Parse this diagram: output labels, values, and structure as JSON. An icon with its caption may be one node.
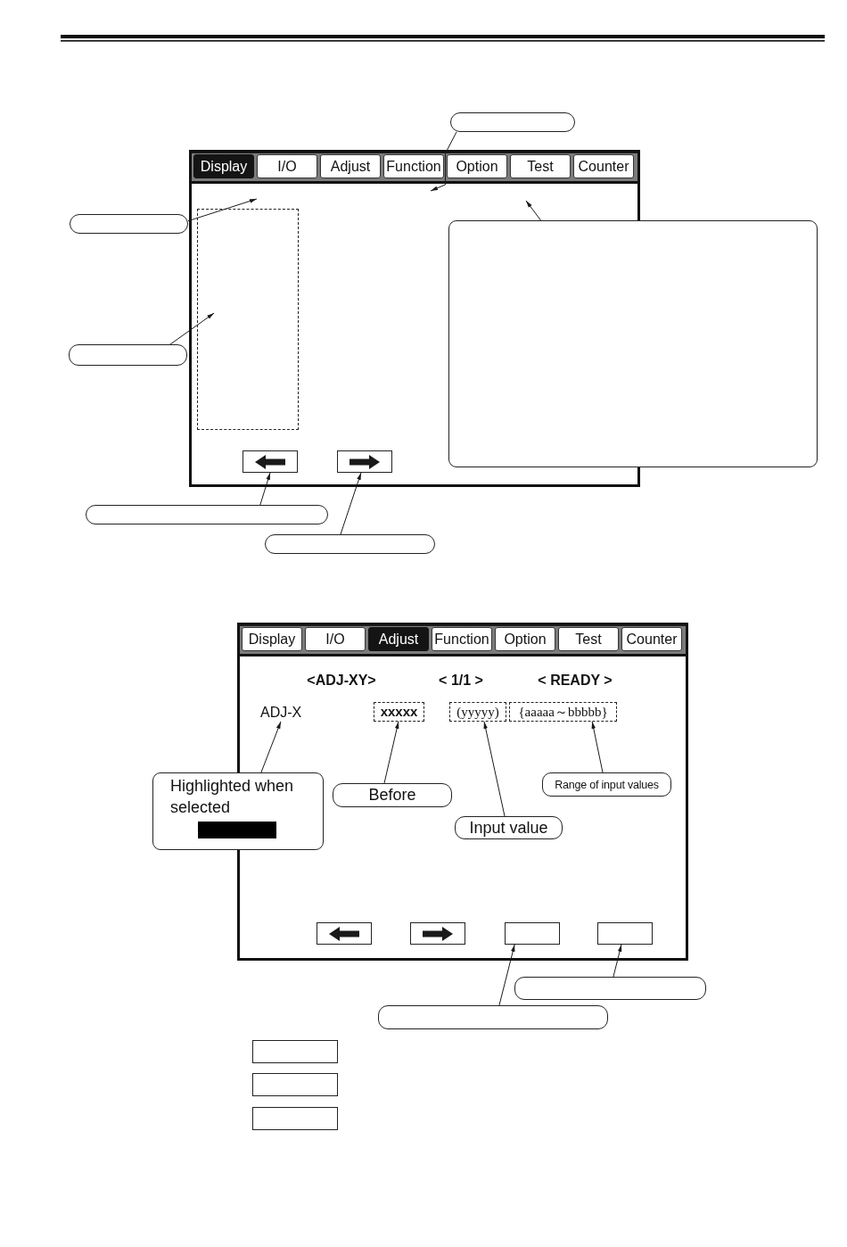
{
  "diagram": {
    "nodes": [
      {
        "text": [],
        "shape": "box"
      },
      {
        "text": [],
        "shape": "box"
      },
      {
        "text": [
          "Display"
        ],
        "in": 1
      },
      {
        "text": [
          "I/O"
        ],
        "in": 1
      },
      {
        "text": [
          "Adjust"
        ],
        "in": 1
      },
      {
        "text": [
          "Function"
        ],
        "in": 1
      },
      {
        "text": [
          "Option"
        ],
        "in": 1
      },
      {
        "text": [
          "Test"
        ],
        "in": 1
      },
      {
        "text": [
          "Counter"
        ],
        "in": 1
      },
      {
        "text": [],
        "shape": "box"
      },
      {
        "text": [],
        "shape": "box",
        "in": 1
      },
      {
        "text": [],
        "shape": "box"
      },
      {
        "text": [],
        "shape": "box"
      },
      {
        "text": [],
        "shape": "box",
        "in": 1
      },
      {
        "text": [],
        "shape": "box",
        "in": 1
      },
      {
        "text": [],
        "shape": "box"
      },
      {
        "text": [],
        "shape": "box"
      },
      {
        "text": [],
        "shape": "box"
      },
      {
        "text": [
          "Display"
        ],
        "in": 17
      },
      {
        "text": [
          "I/O"
        ],
        "in": 17
      },
      {
        "text": [
          "Adjust"
        ],
        "in": 17
      },
      {
        "text": [
          "Function"
        ],
        "in": 17
      },
      {
        "text": [
          "Option"
        ],
        "in": 17
      },
      {
        "text": [
          "Test"
        ],
        "in": 17
      },
      {
        "text": [
          "Counter"
        ],
        "in": 17
      },
      {
        "text": [
          "ADJ-X"
        ],
        "in": 17
      },
      {
        "text": [
          "xxxxx"
        ],
        "in": 17
      },
      {
        "text": [
          "(yyyyy)"
        ],
        "in": 17
      },
      {
        "text": [
          "{aaaaa～bbbbb}"
        ],
        "in": 17
      },
      {
        "text": [
          "Highlighted when selected"
        ]
      },
      {
        "text": [
          "Before"
        ],
        "in": 17
      },
      {
        "text": [
          "Range of input values"
        ],
        "in": 17
      },
      {
        "text": [
          "Input value"
        ],
        "in": 17
      },
      {
        "text": [],
        "shape": "box",
        "in": 17
      },
      {
        "text": [],
        "shape": "box",
        "in": 17
      },
      {
        "text": [],
        "shape": "box",
        "in": 17
      },
      {
        "text": [],
        "shape": "box",
        "in": 17
      },
      {
        "text": [],
        "shape": "box"
      },
      {
        "text": [],
        "shape": "box"
      },
      {
        "text": [],
        "shape": "box"
      },
      {
        "text": [],
        "shape": "box"
      },
      {
        "text": [],
        "shape": "box"
      }
    ],
    "edges": [
      {
        "from": 0,
        "to": 1,
        "arrow": "to"
      },
      {
        "from": 9,
        "to": 1,
        "arrow": "to"
      },
      {
        "from": 11,
        "to": 10,
        "arrow": "to"
      },
      {
        "from": 12,
        "to": 1,
        "arrow": "to"
      },
      {
        "from": 15,
        "to": 13,
        "arrow": "to"
      },
      {
        "from": 16,
        "to": 14,
        "arrow": "to"
      },
      {
        "from": 29,
        "to": 25,
        "arrow": "to"
      },
      {
        "from": 30,
        "to": 26,
        "arrow": "to"
      },
      {
        "from": 32,
        "to": 27,
        "arrow": "to"
      },
      {
        "from": 31,
        "to": 28,
        "arrow": "to"
      },
      {
        "from": 38,
        "to": 35,
        "arrow": "to"
      },
      {
        "from": 37,
        "to": 36,
        "arrow": "to"
      }
    ],
    "labels": [
      "<ADJ-XY>",
      "< 1/1 >",
      "< READY >"
    ]
  }
}
